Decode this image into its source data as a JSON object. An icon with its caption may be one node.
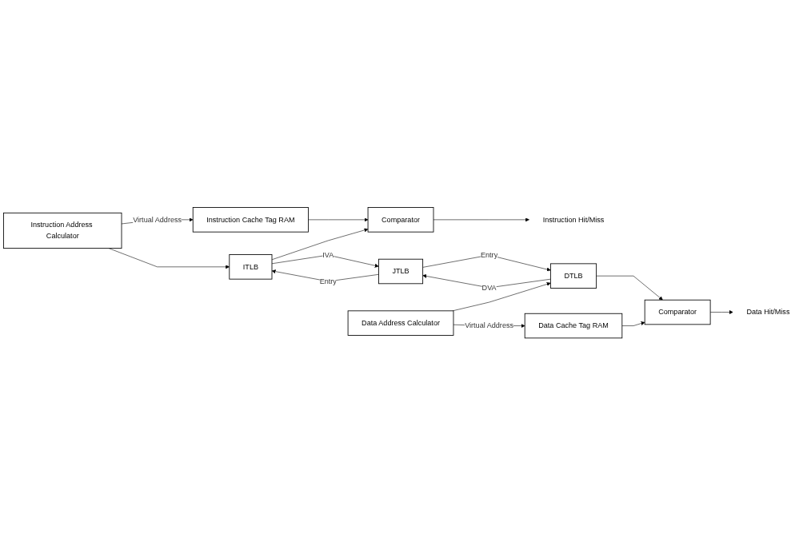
{
  "diagram": {
    "nodes": [
      {
        "text": [
          "Instruction Address Calculator"
        ]
      },
      {
        "text": [
          "Instruction Cache Tag RAM"
        ]
      },
      {
        "text": [
          "ITLB"
        ]
      },
      {
        "text": [
          "Comparator"
        ]
      },
      {
        "text": [
          "JTLB"
        ]
      },
      {
        "text": [
          "Data Address Calculator"
        ]
      },
      {
        "text": [
          "DTLB"
        ]
      },
      {
        "text": [
          "Comparator"
        ]
      },
      {
        "text": [
          "Data Cache Tag RAM"
        ]
      },
      {
        "text": [
          "Instruction Hit/Miss"
        ]
      },
      {
        "text": [
          "Data Hit/Miss"
        ]
      }
    ],
    "edges": [
      {
        "from": 0,
        "to": 1,
        "arrow": "to",
        "label": "Virtual Address"
      },
      {
        "from": 0,
        "to": 2,
        "arrow": "to"
      },
      {
        "from": 1,
        "to": 3,
        "arrow": "to"
      },
      {
        "from": 2,
        "to": 3,
        "arrow": "to"
      },
      {
        "from": 3,
        "to": 9,
        "arrow": "to"
      },
      {
        "from": 2,
        "to": 4,
        "arrow": "to",
        "label": "IVA"
      },
      {
        "from": 4,
        "to": 2,
        "arrow": "to",
        "label": "Entry"
      },
      {
        "from": 6,
        "to": 4,
        "arrow": "to",
        "label": "DVA"
      },
      {
        "from": 4,
        "to": 6,
        "arrow": "to",
        "label": "Entry"
      },
      {
        "from": 5,
        "to": 6,
        "arrow": "to"
      },
      {
        "from": 5,
        "to": 8,
        "arrow": "to",
        "label": "Virtual Address"
      },
      {
        "from": 6,
        "to": 7,
        "arrow": "to"
      },
      {
        "from": 8,
        "to": 7,
        "arrow": "to"
      },
      {
        "from": 7,
        "to": 10,
        "arrow": "to"
      }
    ]
  }
}
